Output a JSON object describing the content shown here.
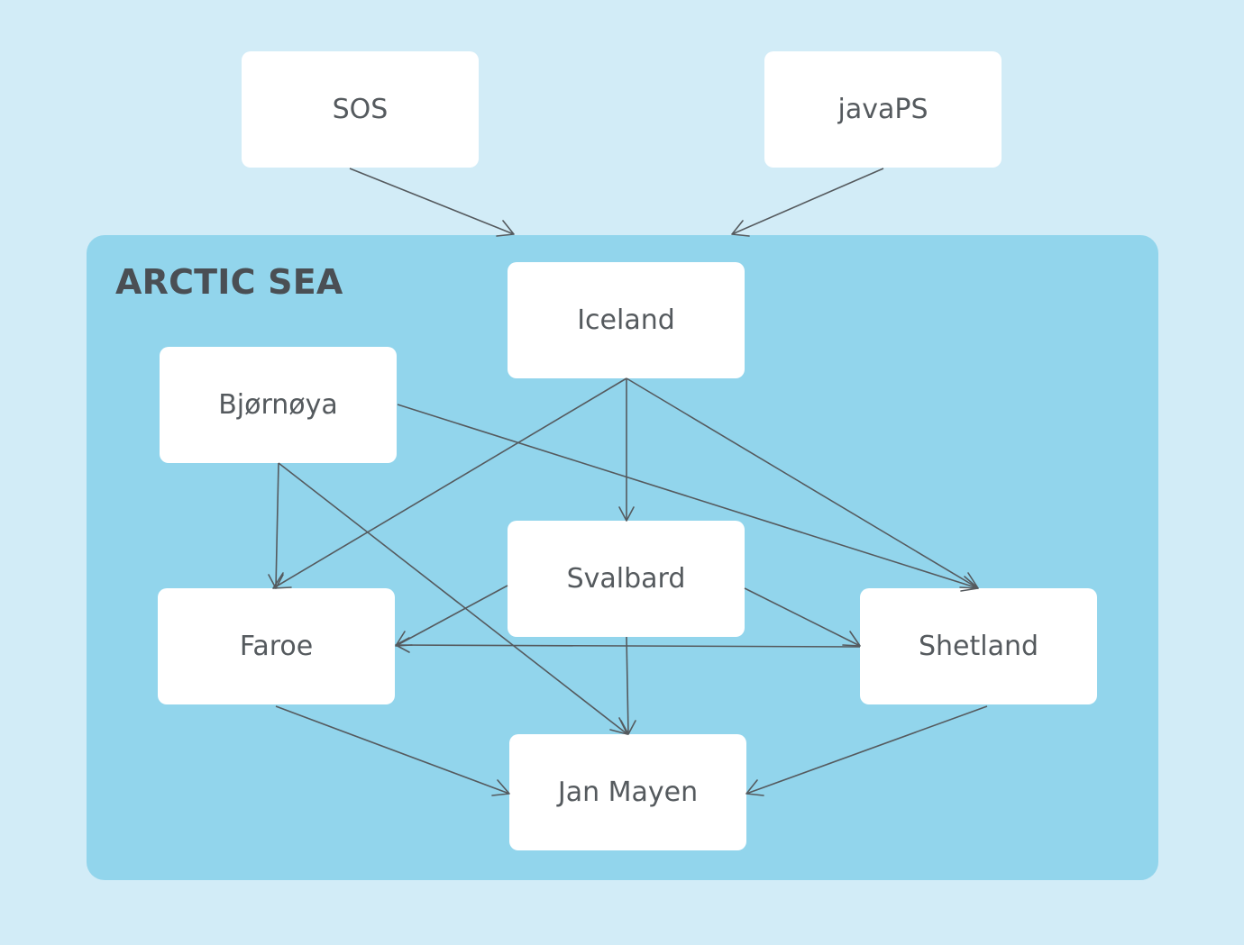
{
  "region": {
    "title": "ARCTIC SEA"
  },
  "nodes": {
    "sos": "SOS",
    "javaps": "javaPS",
    "iceland": "Iceland",
    "bjornoya": "Bjørnøya",
    "svalbard": "Svalbard",
    "faroe": "Faroe",
    "shetland": "Shetland",
    "janmayen": "Jan Mayen"
  },
  "edges": [
    {
      "from": "sos",
      "to": "arctic-sea"
    },
    {
      "from": "javaps",
      "to": "arctic-sea"
    },
    {
      "from": "iceland",
      "to": "faroe"
    },
    {
      "from": "iceland",
      "to": "svalbard"
    },
    {
      "from": "iceland",
      "to": "shetland"
    },
    {
      "from": "bjornoya",
      "to": "faroe"
    },
    {
      "from": "bjornoya",
      "to": "jan-mayen"
    },
    {
      "from": "bjornoya",
      "to": "shetland"
    },
    {
      "from": "svalbard",
      "to": "faroe"
    },
    {
      "from": "svalbard",
      "to": "shetland"
    },
    {
      "from": "svalbard",
      "to": "jan-mayen"
    },
    {
      "from": "shetland",
      "to": "faroe"
    },
    {
      "from": "faroe",
      "to": "jan-mayen"
    },
    {
      "from": "shetland",
      "to": "jan-mayen"
    }
  ],
  "colors": {
    "background": "#d2ecf7",
    "region": "#92d5ec",
    "node_fill": "#ffffff",
    "edge": "#555a5e",
    "text": "#555a5e",
    "title_text": "#4a4f54"
  }
}
